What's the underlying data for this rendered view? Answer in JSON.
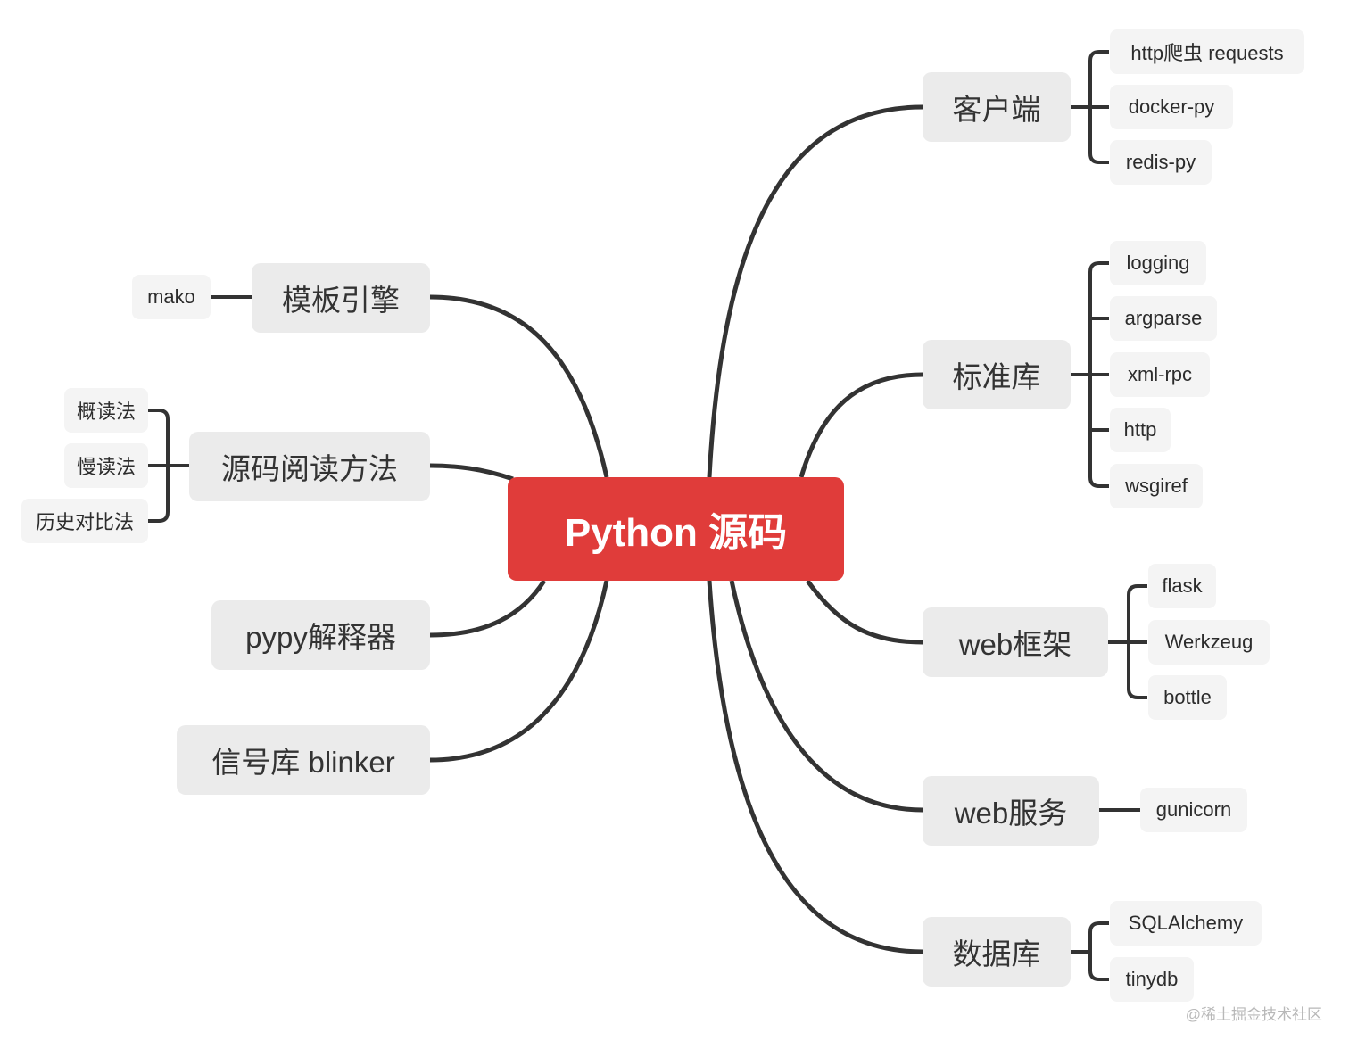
{
  "colors": {
    "root_bg": "#e03c3a",
    "main_bg": "#ebebeb",
    "leaf_bg": "#f4f4f4",
    "line": "#333333"
  },
  "root": {
    "label": "Python 源码"
  },
  "right": [
    {
      "label": "客户端",
      "children": [
        "http爬虫 requests",
        "docker-py",
        "redis-py"
      ]
    },
    {
      "label": "标准库",
      "children": [
        "logging",
        "argparse",
        "xml-rpc",
        "http",
        "wsgiref"
      ]
    },
    {
      "label": "web框架",
      "children": [
        "flask",
        "Werkzeug",
        "bottle"
      ]
    },
    {
      "label": "web服务",
      "children": [
        "gunicorn"
      ]
    },
    {
      "label": "数据库",
      "children": [
        "SQLAlchemy",
        "tinydb"
      ]
    }
  ],
  "left": [
    {
      "label": "模板引擎",
      "children": [
        "mako"
      ]
    },
    {
      "label": "源码阅读方法",
      "children": [
        "概读法",
        "慢读法",
        "历史对比法"
      ]
    },
    {
      "label": "pypy解释器",
      "children": []
    },
    {
      "label": "信号库 blinker",
      "children": []
    }
  ],
  "watermark": "@稀土掘金技术社区"
}
